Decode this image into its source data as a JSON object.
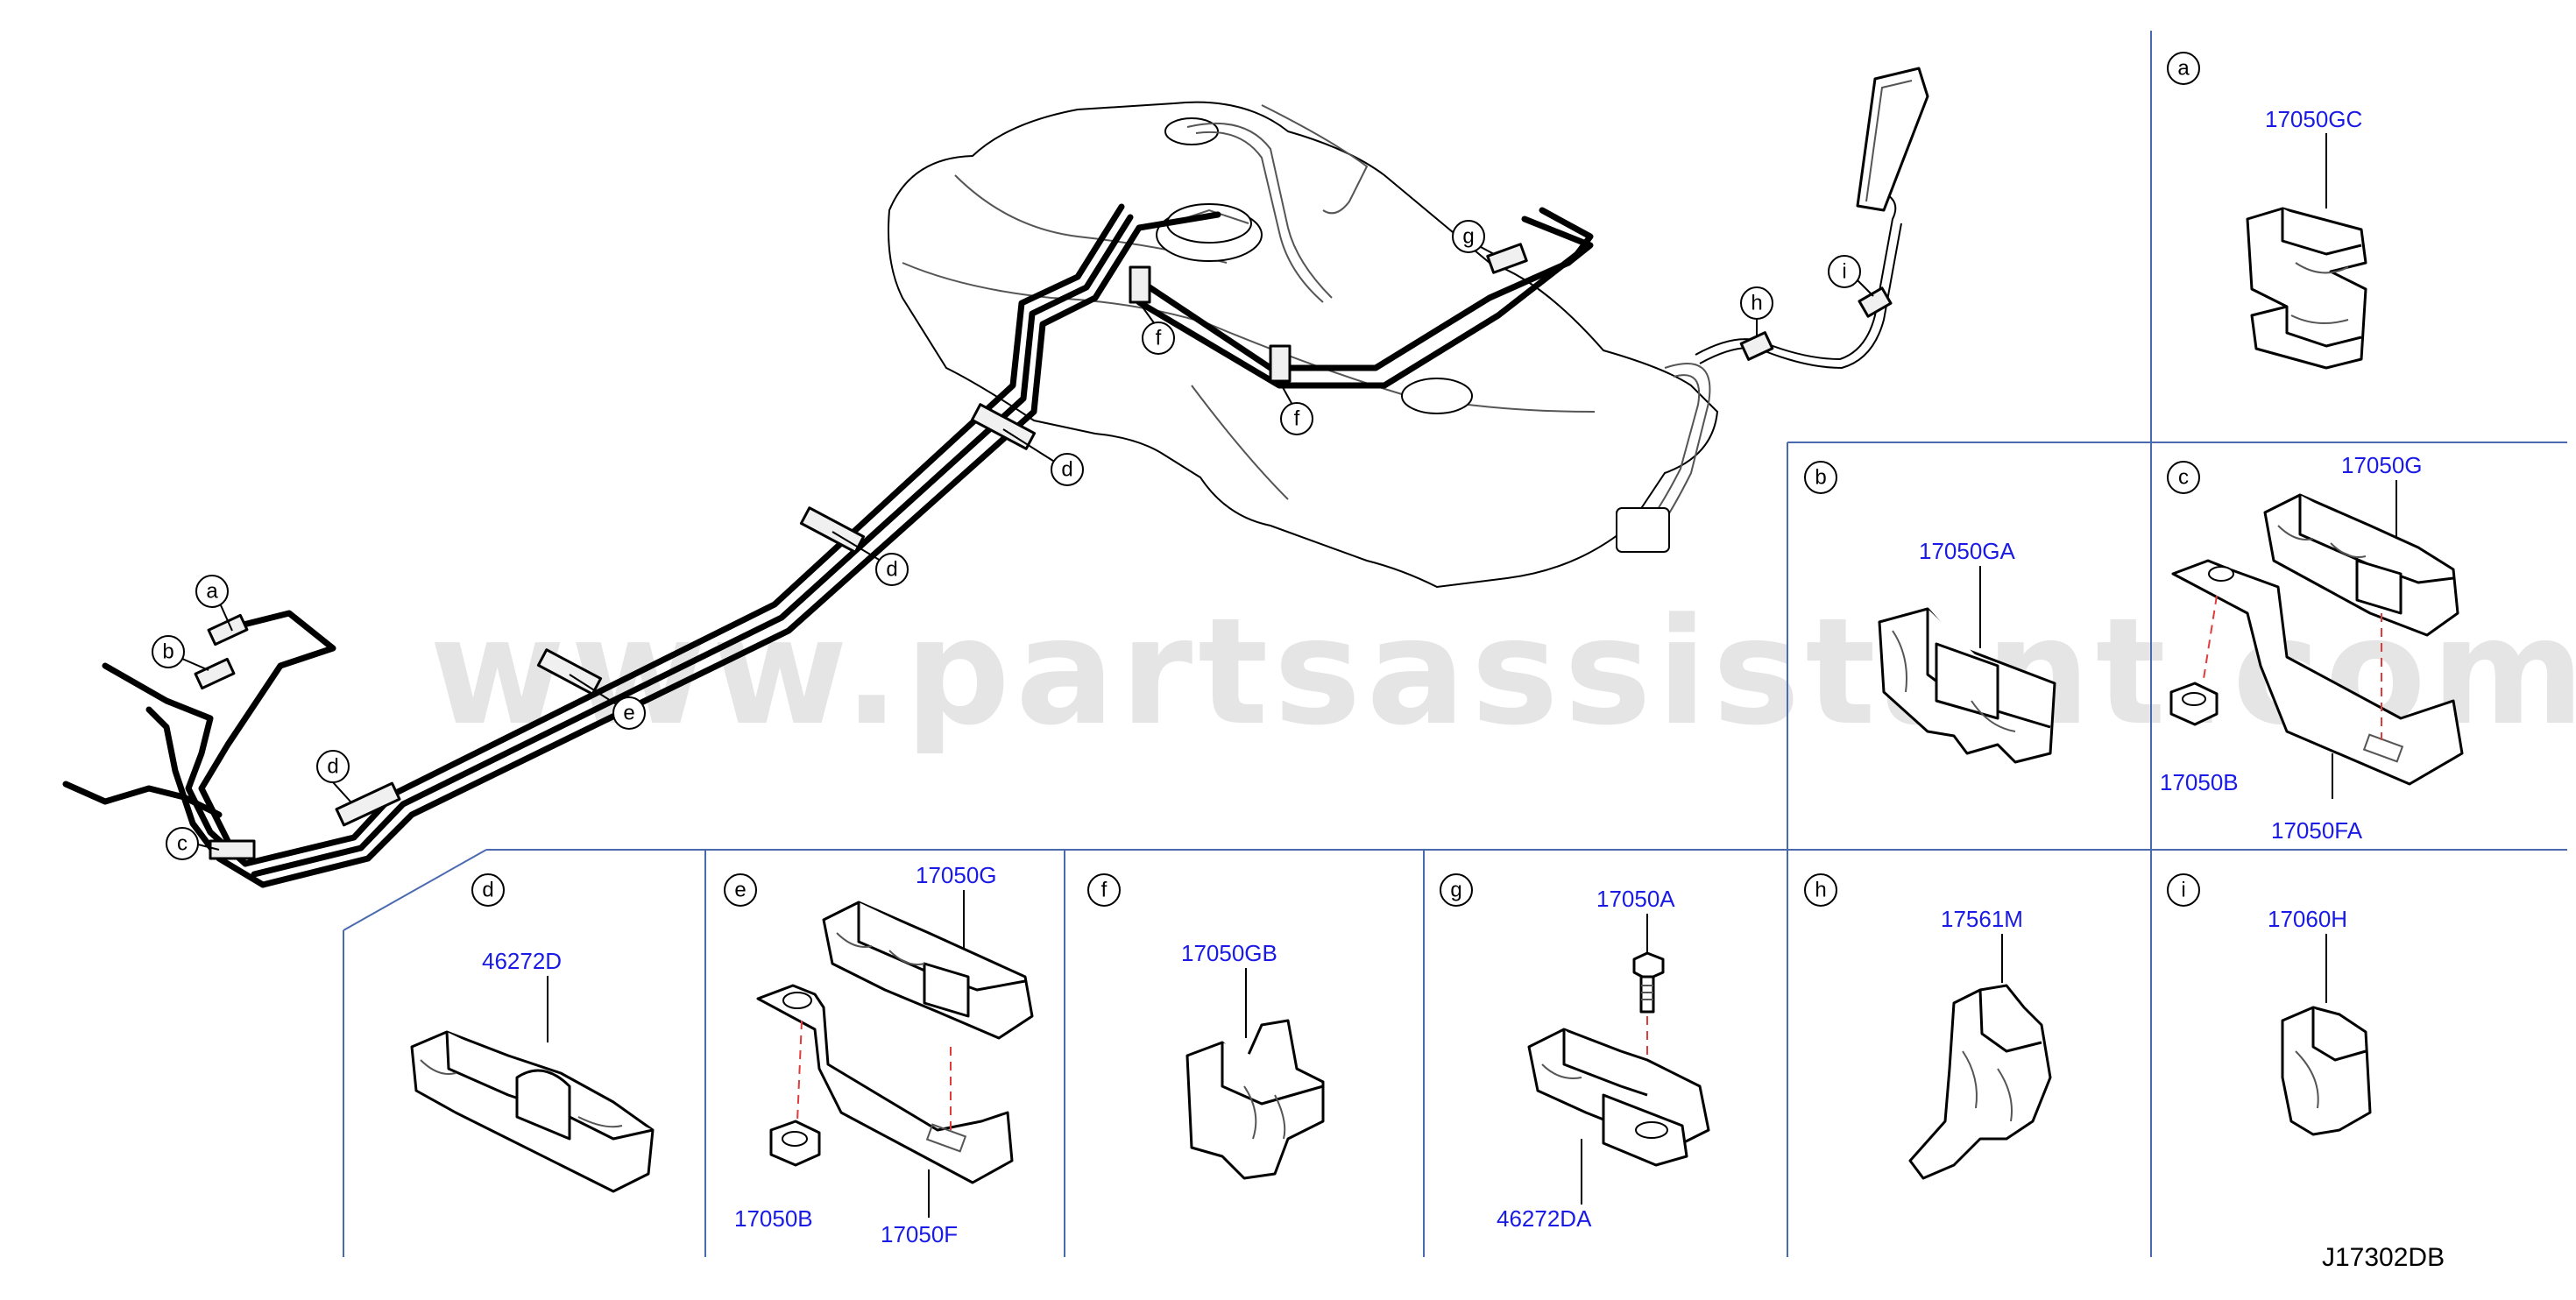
{
  "watermark": "www.partsassistant.com",
  "drawing_code": "J17302DB",
  "main_callouts": [
    {
      "id": "a",
      "label": "a"
    },
    {
      "id": "b",
      "label": "b"
    },
    {
      "id": "c",
      "label": "c"
    },
    {
      "id": "d1",
      "label": "d"
    },
    {
      "id": "e",
      "label": "e"
    },
    {
      "id": "d2",
      "label": "d"
    },
    {
      "id": "d3",
      "label": "d"
    },
    {
      "id": "f1",
      "label": "f"
    },
    {
      "id": "f2",
      "label": "f"
    },
    {
      "id": "g",
      "label": "g"
    },
    {
      "id": "h",
      "label": "h"
    },
    {
      "id": "i",
      "label": "i"
    }
  ],
  "panels": {
    "a": {
      "label": "a",
      "parts": [
        "17050GC"
      ]
    },
    "b": {
      "label": "b",
      "parts": [
        "17050GA"
      ]
    },
    "c": {
      "label": "c",
      "parts": [
        "17050G",
        "17050B",
        "17050FA"
      ]
    },
    "d": {
      "label": "d",
      "parts": [
        "46272D"
      ]
    },
    "e": {
      "label": "e",
      "parts": [
        "17050G",
        "17050B",
        "17050F"
      ]
    },
    "f": {
      "label": "f",
      "parts": [
        "17050GB"
      ]
    },
    "g": {
      "label": "g",
      "parts": [
        "17050A",
        "46272DA"
      ]
    },
    "h": {
      "label": "h",
      "parts": [
        "17561M"
      ]
    },
    "i": {
      "label": "i",
      "parts": [
        "17060H"
      ]
    }
  }
}
